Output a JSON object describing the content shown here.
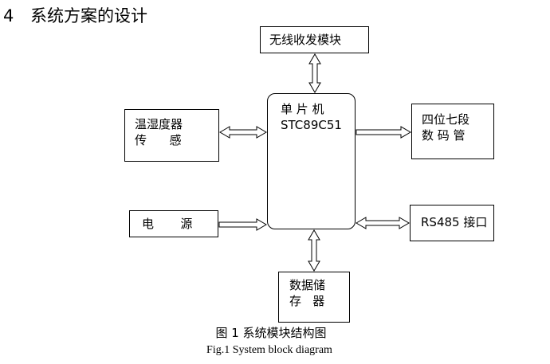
{
  "heading": {
    "number": "4",
    "title": "系统方案的设计"
  },
  "blocks": {
    "wireless": {
      "line1": "无线收发模块"
    },
    "mcu": {
      "line1": "单 片 机",
      "line2": "STC89C51"
    },
    "sensor": {
      "line1": "温湿度器",
      "line2": "传      感"
    },
    "display": {
      "line1": "四位七段",
      "line2": "数 码 管"
    },
    "power": {
      "line1": "电       源"
    },
    "rs485": {
      "line1": "RS485 接口"
    },
    "storage": {
      "line1": "数据储",
      "line2": "存   器"
    }
  },
  "caption": {
    "cn": "图 1    系统模块结构图",
    "en": "Fig.1    System block diagram"
  }
}
